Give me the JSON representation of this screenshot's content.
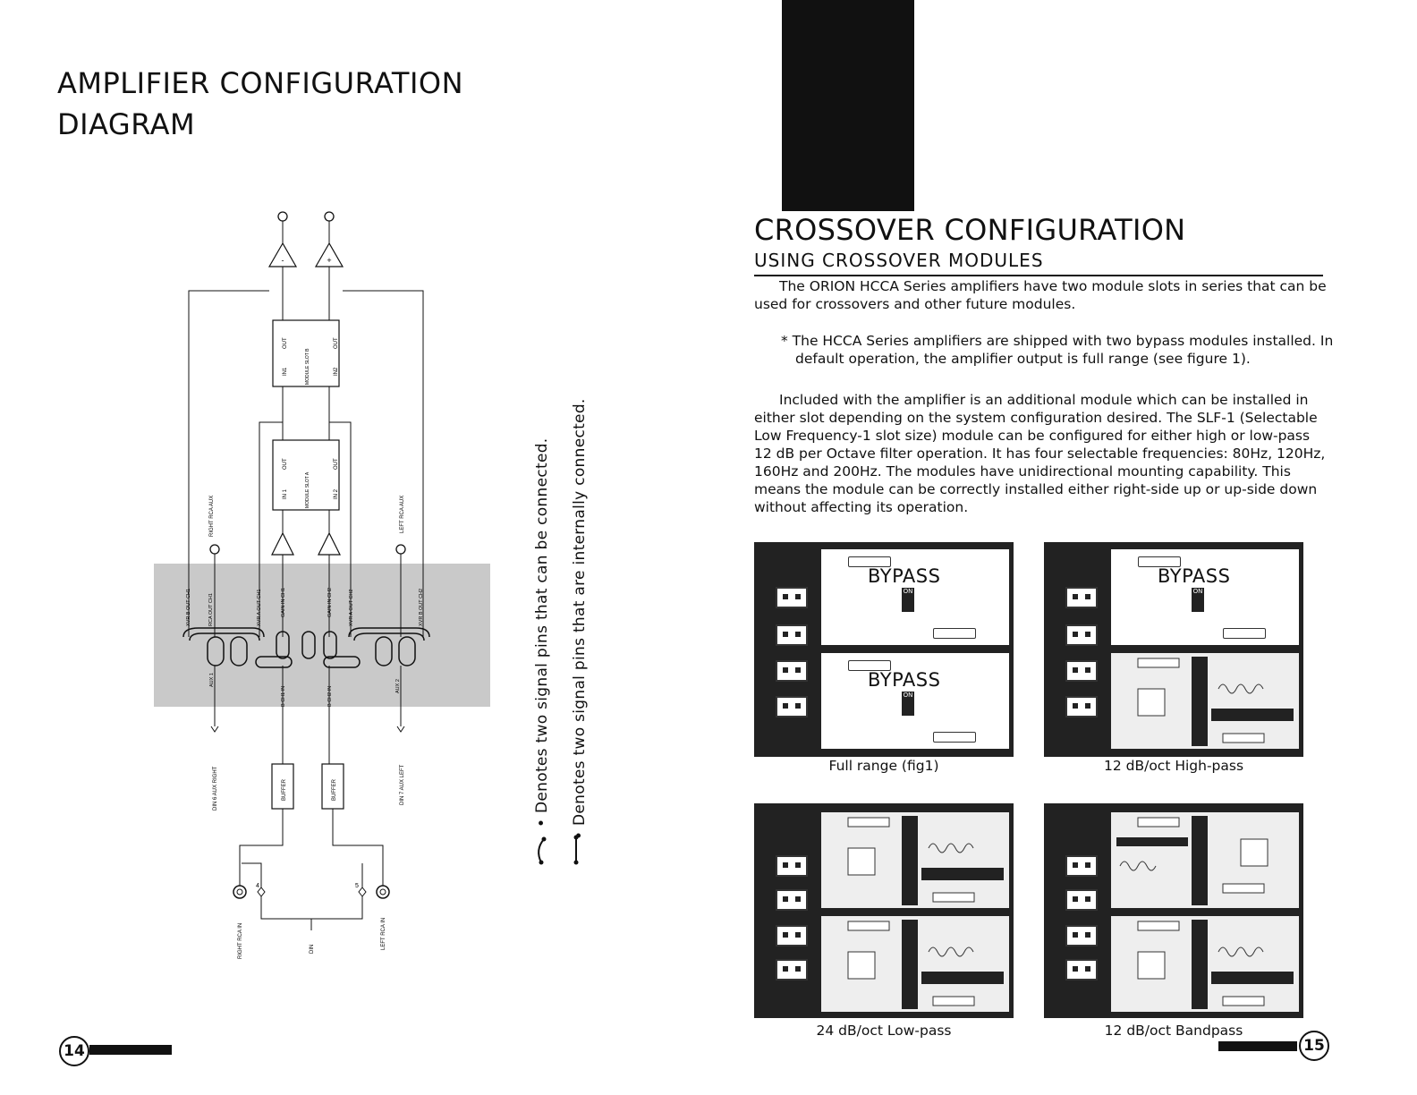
{
  "left_page": {
    "title_line1": "AMPLIFIER CONFIGURATION",
    "title_line2": "DIAGRAM",
    "diagram_labels": {
      "right_rca_aux": "RIGHT RCA AUX",
      "left_rca_aux": "LEFT RCA AUX",
      "module_slot_b": "MODULE SLOT B",
      "module_slot_a": "MODULE SLOT A",
      "in1": "IN1",
      "in2": "IN2",
      "in_1": "IN 1",
      "in_2": "IN 2",
      "out": "OUT",
      "xvr_b_out_ch1": "XVR B OUT CH1",
      "rca_out_ch1": "RCA OUT CH1",
      "xvr_a_out_ch1": "XVR A OUT CH1",
      "gain_in_ch1": "GAIN IN CH1",
      "gain_in_ch2": "GAIN IN CH2",
      "xvr_a_out_ch2": "XVR A OUT CH2",
      "xvr_b_out_ch2": "XVR B OUT CH2",
      "aux1": "AUX 1",
      "aux2": "AUX 2",
      "b_ch1_in": "B CH1 IN",
      "b_ch2_in": "B CH2 IN",
      "din6": "DIN 6 AUX RIGHT",
      "din7": "DIN 7 AUX LEFT",
      "buffer": "BUFFER",
      "right_rca_in": "RIGHT RCA IN",
      "left_rca_in": "LEFT RCA IN",
      "din": "DIN",
      "pin4": "4",
      "pin5": "5",
      "minus": "-",
      "plus": "+"
    },
    "legend_1": "• Denotes two signal pins that can be connected.",
    "legend_2": "• Denotes two signal pins that are internally connected.",
    "page_number": "14"
  },
  "right_page": {
    "title": "CROSSOVER CONFIGURATION",
    "subtitle": "USING CROSSOVER MODULES",
    "para1": "The ORION HCCA Series amplifiers have two module slots in series that can be used for crossovers and other future modules.",
    "note": "* The HCCA Series amplifiers are shipped with two bypass modules installed. In default operation, the amplifier output is full range (see figure 1).",
    "para2": "Included with the amplifier is an additional module which can be installed in either slot depending on the system configuration desired. The SLF-1 (Selectable Low Frequency-1 slot size) module can be configured for either high or low-pass 12 dB per Octave filter operation. It has four selectable frequencies: 80Hz, 120Hz, 160Hz and 200Hz. The modules have unidirectional mounting capability. This means the module can be correctly installed either right-side up or up-side down without affecting its operation.",
    "figures": [
      {
        "caption": "Full range (fig1)"
      },
      {
        "caption": "12 dB/oct High-pass"
      },
      {
        "caption": "24 dB/oct Low-pass"
      },
      {
        "caption": "12 dB/oct Bandpass"
      }
    ],
    "bypass_label": "BYPASS",
    "switch_label": "ON",
    "page_number": "15"
  }
}
